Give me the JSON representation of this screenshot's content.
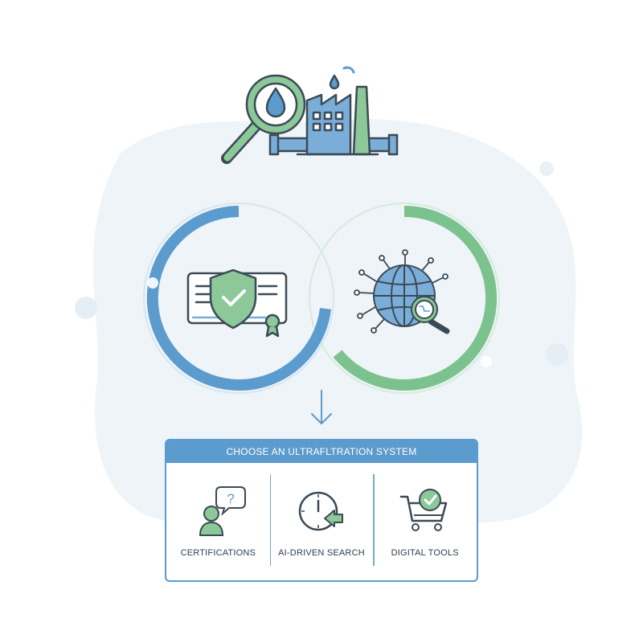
{
  "card": {
    "title": "CHOOSE AN ULTRAFLTRATION SYSTEM",
    "options": [
      {
        "label": "CERTIFICATIONS",
        "icon": "person-question-icon"
      },
      {
        "label": "AI-DRIVEN SEARCH",
        "icon": "clock-arrow-icon"
      },
      {
        "label": "DIGITAL TOOLS",
        "icon": "cart-check-icon"
      }
    ]
  },
  "icons": {
    "top": "water-factory-magnifier-icon",
    "left_loop": "certificate-shield-icon",
    "right_loop": "globe-network-search-icon",
    "arrow": "arrow-down-icon"
  },
  "colors": {
    "blue": "#5b9bcd",
    "green": "#7cc28e",
    "dark_outline": "#3b4a57",
    "blob": "#eef4f8"
  }
}
